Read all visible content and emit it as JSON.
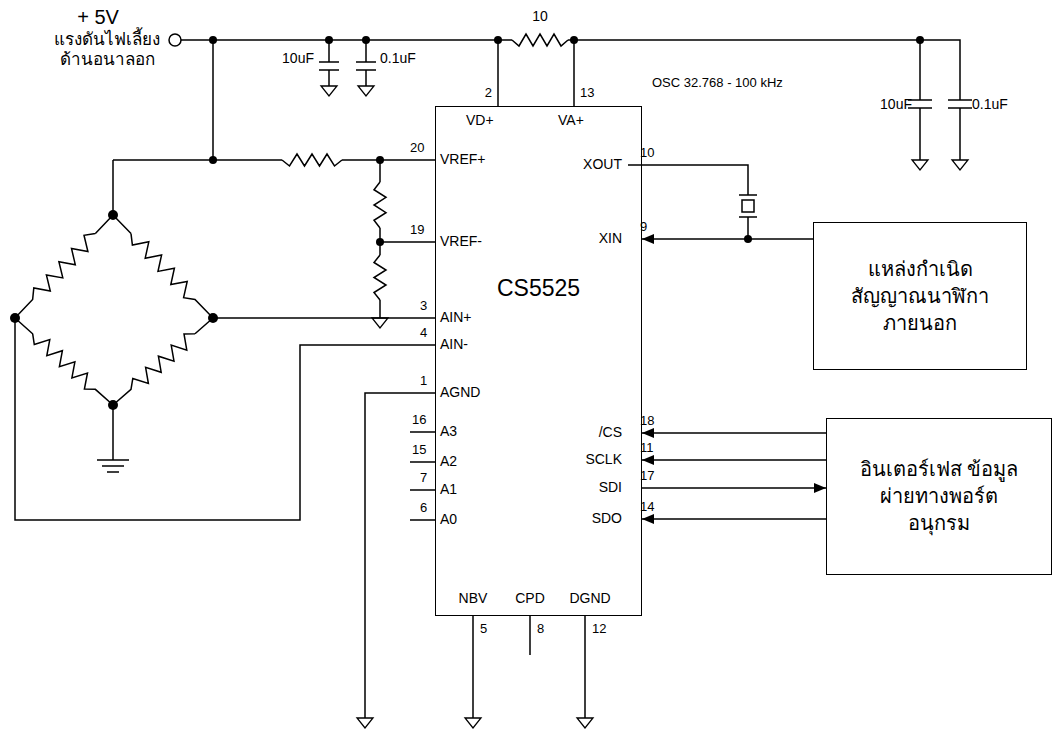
{
  "diagram": {
    "nodes": [
      {
        "text": [
          "CS5525"
        ]
      },
      {
        "text": [
          "แหล่งกำเนิด สัญญาณนาฬิกา ภายนอก"
        ]
      },
      {
        "text": [
          "อินเตอร์เฟส ข้อมูลผ่ายทางพอร์ต อนุกรม"
        ]
      }
    ],
    "edges": [
      {
        "from": 1,
        "to": 0,
        "arrow": "to"
      },
      {
        "from": 2,
        "to": 0,
        "arrow": "to"
      },
      {
        "from": 2,
        "to": 0,
        "arrow": "to"
      },
      {
        "from": 0,
        "to": 2,
        "arrow": "to"
      },
      {
        "from": 2,
        "to": 0,
        "arrow": "to"
      }
    ],
    "labels": [
      "+ 5V",
      "แรงดันไฟเลี้ยง ด้านอนาลอก",
      "10uF",
      "0.1uF",
      "10",
      "2",
      "VD+",
      "13",
      "VA+",
      "10uF",
      "0.1uF",
      "OSC 32.768 - 100 kHz",
      "20",
      "VREF+",
      "10",
      "XOUT",
      "19",
      "VREF-",
      "9",
      "XIN",
      "3",
      "AIN+",
      "4",
      "AIN-",
      "1",
      "AGND",
      "16",
      "A3",
      "15",
      "A2",
      "7",
      "A1",
      "6",
      "A0",
      "18",
      "/CS",
      "11",
      "SCLK",
      "17",
      "SDI",
      "14",
      "SDO",
      "NBV",
      "CPD",
      "DGND",
      "5",
      "8",
      "12"
    ]
  }
}
